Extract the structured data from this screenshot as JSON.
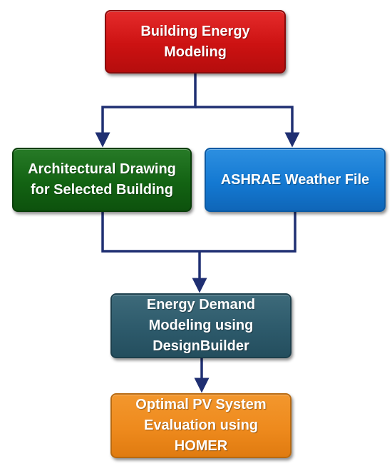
{
  "colors": {
    "connector": "#1f2f72",
    "building_energy_modeling": "#cc1212",
    "architectural_drawing": "#136313",
    "ashrae_weather_file": "#1479d2",
    "energy_demand_modeling": "#2d5a6b",
    "optimal_pv_evaluation": "#ee8a1d"
  },
  "nodes": {
    "building_energy_modeling": "Building Energy\nModeling",
    "architectural_drawing": "Architectural Drawing\nfor Selected Building",
    "ashrae_weather_file": "ASHRAE Weather File",
    "energy_demand_modeling": "Energy Demand\nModeling using\nDesignBuilder",
    "optimal_pv_evaluation": "Optimal PV System\nEvaluation using\nHOMER"
  },
  "edges": [
    {
      "from": "building_energy_modeling",
      "to": "architectural_drawing"
    },
    {
      "from": "building_energy_modeling",
      "to": "ashrae_weather_file"
    },
    {
      "from": "architectural_drawing",
      "to": "energy_demand_modeling"
    },
    {
      "from": "ashrae_weather_file",
      "to": "energy_demand_modeling"
    },
    {
      "from": "energy_demand_modeling",
      "to": "optimal_pv_evaluation"
    }
  ]
}
